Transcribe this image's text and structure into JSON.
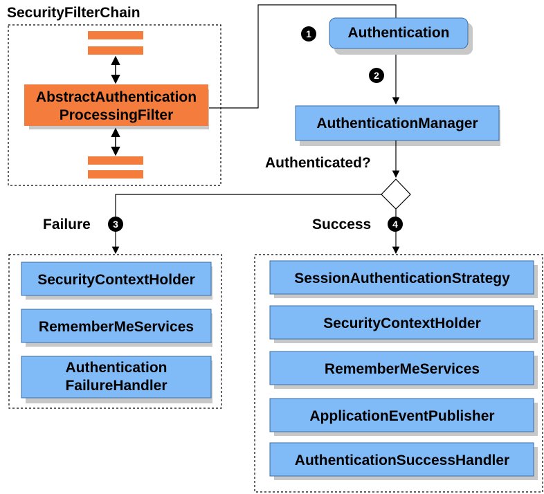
{
  "colors": {
    "blue_box": "#80bbf8",
    "orange_box": "#f47c3c",
    "shadow": "#c8c8c8",
    "line": "#000000",
    "step_badge": "#000000"
  },
  "filter_chain": {
    "title": "SecurityFilterChain",
    "filter_line1": "AbstractAuthentication",
    "filter_line2": "ProcessingFilter"
  },
  "steps": {
    "s1": "1",
    "s2": "2",
    "s3": "3",
    "s4": "4"
  },
  "authentication": "Authentication",
  "authentication_manager": "AuthenticationManager",
  "decision": {
    "question": "Authenticated?",
    "failure_label": "Failure",
    "success_label": "Success"
  },
  "failure_group": {
    "security_context_holder": "SecurityContextHolder",
    "remember_me_services": "RememberMeServices",
    "failure_handler_line1": "Authentication",
    "failure_handler_line2": "FailureHandler"
  },
  "success_group": {
    "session_strategy": "SessionAuthenticationStrategy",
    "security_context_holder": "SecurityContextHolder",
    "remember_me_services": "RememberMeServices",
    "event_publisher": "ApplicationEventPublisher",
    "success_handler": "AuthenticationSuccessHandler"
  }
}
